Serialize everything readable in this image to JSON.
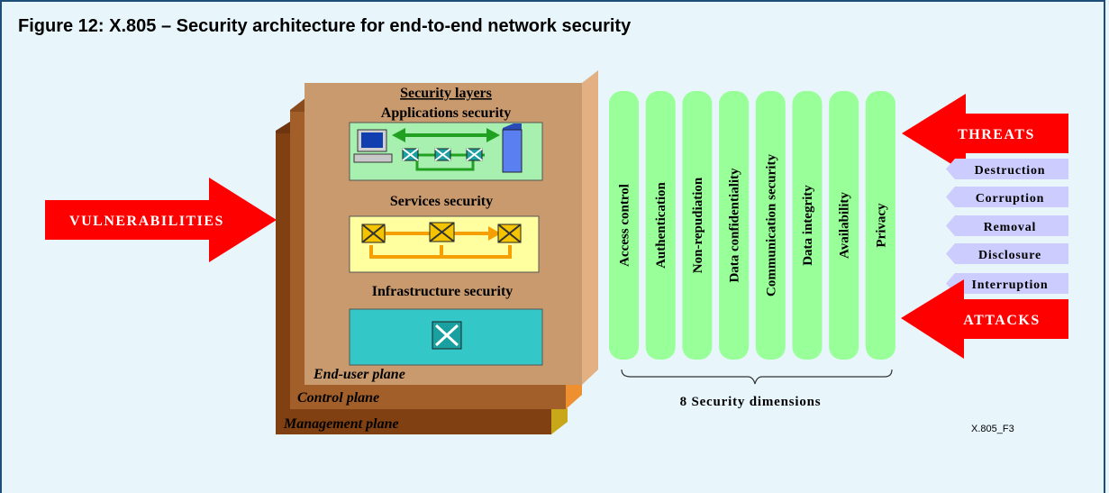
{
  "figure_title": "Figure 12: X.805 – Security architecture for end-to-end network security",
  "vulnerabilities_label": "VULNERABILITIES",
  "threats_label": "THREATS",
  "attacks_label": "ATTACKS",
  "security_layers_heading": "Security layers",
  "layers": [
    {
      "label": "Applications security",
      "color": "#a8f0b0"
    },
    {
      "label": "Services security",
      "color": "#ffffa0"
    },
    {
      "label": "Infrastructure security",
      "color": "#33c7c7"
    }
  ],
  "planes": [
    {
      "label": "End-user plane",
      "color": "#c99a6e"
    },
    {
      "label": "Control plane",
      "color": "#a35f2a"
    },
    {
      "label": "Management plane",
      "color": "#804012"
    }
  ],
  "dimensions": [
    "Access control",
    "Authentication",
    "Non-repudiation",
    "Data confidentiality",
    "Communication security",
    "Data integrity",
    "Availability",
    "Privacy"
  ],
  "dimensions_caption": "8 Security dimensions",
  "threats": [
    "Destruction",
    "Corruption",
    "Removal",
    "Disclosure",
    "Interruption"
  ],
  "figure_id": "X.805_F3",
  "colors": {
    "arrow_red": "#ff0000",
    "dimension_green": "#99ff99",
    "threat_tag": "#ccccff",
    "frame_border": "#1f4e79"
  }
}
